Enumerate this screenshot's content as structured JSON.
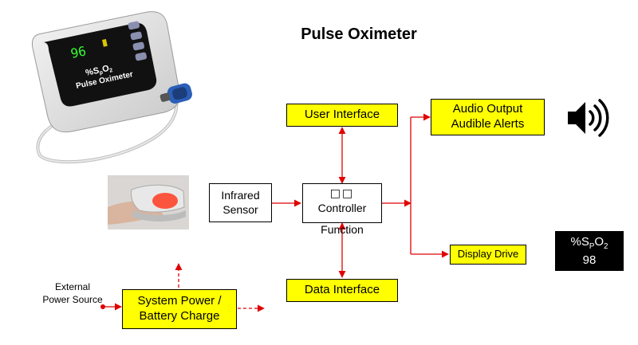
{
  "title": "Pulse Oximeter",
  "device": {
    "reading": "96",
    "label_main": "%S",
    "label_sub": "p",
    "label_tail": "O",
    "label_sub2": "2",
    "label_line2": "Pulse Oximeter"
  },
  "blocks": {
    "user_interface": "User Interface",
    "audio_line1": "Audio Output",
    "audio_line2": "Audible Alerts",
    "infrared_line1": "Infrared",
    "infrared_line2": "Sensor",
    "controller_glyphs": "□□",
    "controller_line1": "Controller",
    "controller_line2": "Function",
    "display_drive": "Display Drive",
    "data_interface": "Data Interface",
    "power_line1": "System Power /",
    "power_line2": "Battery Charge",
    "external_line1": "External",
    "external_line2": "Power Source"
  },
  "display": {
    "label_main": "%S",
    "label_sub": "P",
    "label_tail": "O",
    "label_sub2": "2",
    "value": "98"
  },
  "colors": {
    "block_fill": "#ffff00",
    "arrow": "#e00000"
  },
  "icons": [
    "speaker-icon",
    "finger-sensor-photo",
    "oximeter-device-image"
  ]
}
